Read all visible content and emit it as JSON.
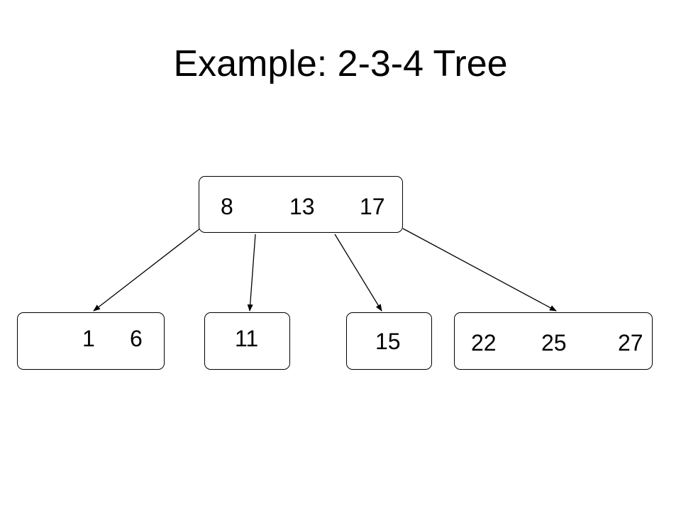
{
  "title": "Example: 2-3-4 Tree",
  "tree": {
    "root": {
      "keys": [
        "8",
        "13",
        "17"
      ]
    },
    "children": [
      {
        "keys": [
          "1",
          "6"
        ]
      },
      {
        "keys": [
          "11"
        ]
      },
      {
        "keys": [
          "15"
        ]
      },
      {
        "keys": [
          "22",
          "25",
          "27"
        ]
      }
    ]
  }
}
